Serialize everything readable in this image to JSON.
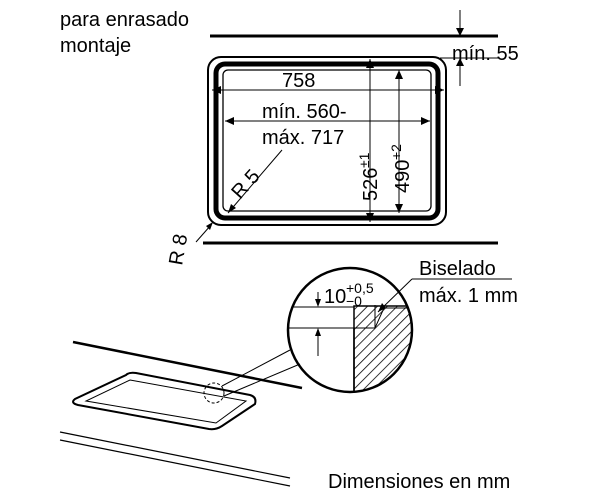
{
  "labels": {
    "flush_line1": "para enrasado",
    "flush_line2": "montaje",
    "min_55": "mín. 55",
    "width_758": "758",
    "cutout_min": "mín. 560-",
    "cutout_max": "máx. 717",
    "radius_inner": "R 5",
    "radius_outer": "R 8",
    "depth_526": "526",
    "depth_526_tol": "±1",
    "depth_490": "490",
    "depth_490_tol": "+2",
    "step_10": "10",
    "step_tol_upper": "+0,5",
    "step_tol_lower": "−0",
    "bevel": "Biselado",
    "bevel_max": "máx. 1 mm",
    "units_caption": "Dimensiones en mm"
  }
}
